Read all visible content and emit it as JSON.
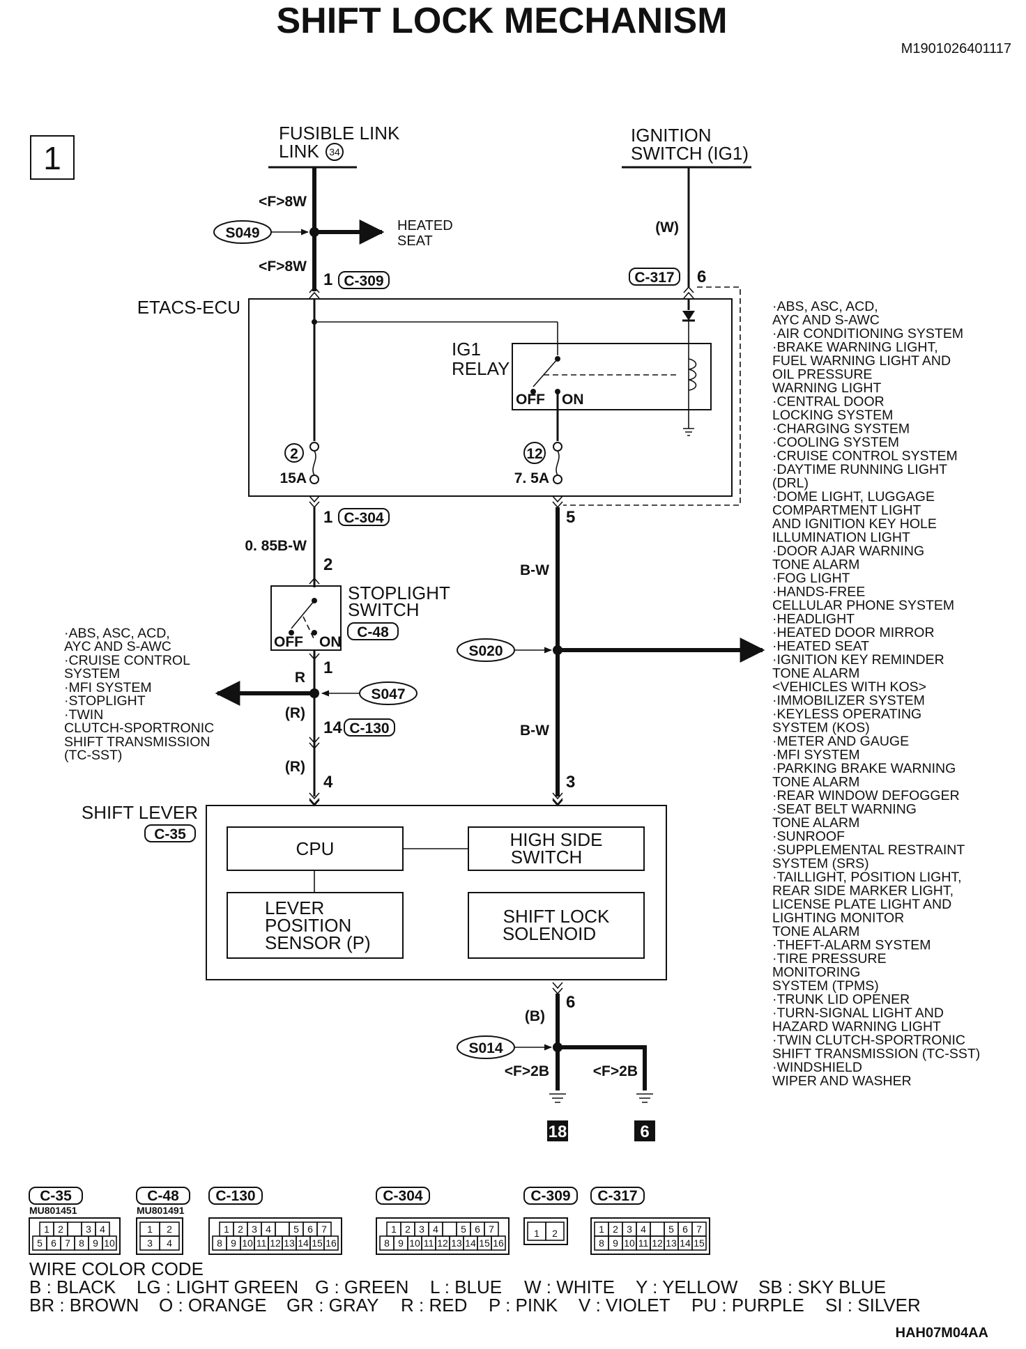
{
  "title": "SHIFT LOCK MECHANISM",
  "doc_code": "M1901026401117",
  "figure_code": "HAH07M04AA",
  "page_box": "1",
  "sources": {
    "fusible_link": "FUSIBLE LINK",
    "link_label": "LINK",
    "fusible_number": "34",
    "ignition_line1": "IGNITION",
    "ignition_line2": "SWITCH (IG1)"
  },
  "wires": {
    "fw8_top": "<F>8W",
    "fw8_mid": "<F>8W",
    "w_ign": "(W)",
    "w_085": "0. 85B-W",
    "bw_upper": "B-W",
    "bw_lower": "B-W",
    "r_upper": "R",
    "r_paren1": "(R)",
    "r_paren2": "(R)",
    "b_paren": "(B)",
    "f2b_left": "<F>2B",
    "f2b_right": "<F>2B"
  },
  "splices": {
    "s049": "S049",
    "s020": "S020",
    "s047": "S047",
    "s014": "S014"
  },
  "heated_seat": [
    "HEATED",
    "SEAT"
  ],
  "connectors": {
    "c309": "C-309",
    "c317": "C-317",
    "c304": "C-304",
    "c48": "C-48",
    "c130": "C-130",
    "c35": "C-35"
  },
  "pins": {
    "c309_pin": "1",
    "c317_pin": "6",
    "c304_pin_left": "1",
    "c304_pin_right": "5",
    "sw_top": "2",
    "sw_bottom": "1",
    "c130_pin": "14",
    "lever_left": "4",
    "lever_right": "3",
    "lever_bottom": "6"
  },
  "etacs": {
    "label": "ETACS-ECU",
    "relay_line1": "IG1",
    "relay_line2": "RELAY",
    "off": "OFF",
    "on": "ON",
    "fuse_left_num": "2",
    "fuse_left_amp": "15A",
    "fuse_right_num": "12",
    "fuse_right_amp": "7. 5A"
  },
  "stoplight": {
    "line1": "STOPLIGHT",
    "line2": "SWITCH",
    "off": "OFF",
    "on": "ON"
  },
  "shift_lever": {
    "label": "SHIFT LEVER",
    "cpu": "CPU",
    "high_side": [
      "HIGH SIDE",
      "SWITCH"
    ],
    "lever_sensor": [
      "LEVER",
      "POSITION",
      "SENSOR (P)"
    ],
    "solenoid": [
      "SHIFT LOCK",
      "SOLENOID"
    ]
  },
  "grounds": {
    "left": "18",
    "right": "6"
  },
  "left_list": [
    "·ABS, ASC, ACD,",
    " AYC AND S-AWC",
    "·CRUISE CONTROL",
    " SYSTEM",
    "·MFI SYSTEM",
    "·STOPLIGHT",
    "·TWIN",
    " CLUTCH-SPORTRONIC",
    " SHIFT TRANSMISSION",
    " (TC-SST)"
  ],
  "right_list": [
    "·ABS, ASC, ACD,",
    " AYC AND S-AWC",
    "·AIR CONDITIONING SYSTEM",
    "·BRAKE WARNING LIGHT,",
    " FUEL WARNING LIGHT AND",
    " OIL PRESSURE",
    " WARNING LIGHT",
    "·CENTRAL DOOR",
    " LOCKING SYSTEM",
    "·CHARGING SYSTEM",
    "·COOLING SYSTEM",
    "·CRUISE CONTROL SYSTEM",
    "·DAYTIME RUNNING LIGHT",
    " (DRL)",
    "·DOME LIGHT, LUGGAGE",
    " COMPARTMENT LIGHT",
    " AND IGNITION KEY HOLE",
    " ILLUMINATION LIGHT",
    "·DOOR AJAR WARNING",
    " TONE ALARM",
    "·FOG LIGHT",
    "·HANDS-FREE",
    " CELLULAR PHONE SYSTEM",
    "·HEADLIGHT",
    "·HEATED DOOR MIRROR",
    "·HEATED SEAT",
    "·IGNITION KEY REMINDER",
    " TONE ALARM",
    " <VEHICLES WITH KOS>",
    "·IMMOBILIZER SYSTEM",
    "·KEYLESS OPERATING",
    " SYSTEM (KOS)",
    "·METER AND GAUGE",
    "·MFI SYSTEM",
    "·PARKING BRAKE WARNING",
    " TONE ALARM",
    "·REAR WINDOW DEFOGGER",
    "·SEAT BELT WARNING",
    " TONE ALARM",
    "·SUNROOF",
    "·SUPPLEMENTAL RESTRAINT",
    " SYSTEM (SRS)",
    "·TAILLIGHT, POSITION LIGHT,",
    " REAR SIDE MARKER LIGHT,",
    " LICENSE PLATE LIGHT AND",
    " LIGHTING MONITOR",
    " TONE ALARM",
    "·THEFT-ALARM SYSTEM",
    "·TIRE PRESSURE",
    " MONITORING",
    " SYSTEM (TPMS)",
    "·TRUNK LID OPENER",
    "·TURN-SIGNAL LIGHT AND",
    " HAZARD WARNING LIGHT",
    "·TWIN CLUTCH-SPORTRONIC",
    " SHIFT TRANSMISSION (TC-SST)",
    "·WINDSHIELD",
    " WIPER AND WASHER"
  ],
  "connector_legend": [
    {
      "code": "C-35",
      "part": "MU801451",
      "rows": [
        [
          "1",
          "2",
          "",
          "3",
          "4"
        ],
        [
          "5",
          "6",
          "7",
          "8",
          "9",
          "10"
        ]
      ]
    },
    {
      "code": "C-48",
      "part": "MU801491",
      "rows": [
        [
          "1",
          "2"
        ],
        [
          "3",
          "4"
        ]
      ]
    },
    {
      "code": "C-130",
      "part": "",
      "rows": [
        [
          "1",
          "2",
          "3",
          "4",
          "",
          "5",
          "6",
          "7"
        ],
        [
          "8",
          "9",
          "10",
          "11",
          "12",
          "13",
          "14",
          "15",
          "16"
        ]
      ]
    },
    {
      "code": "C-304",
      "part": "",
      "rows": [
        [
          "1",
          "2",
          "3",
          "4",
          "",
          "5",
          "6",
          "7"
        ],
        [
          "8",
          "9",
          "10",
          "11",
          "12",
          "13",
          "14",
          "15",
          "16"
        ]
      ]
    },
    {
      "code": "C-309",
      "part": "",
      "rows": [
        [
          "1",
          "2"
        ]
      ]
    },
    {
      "code": "C-317",
      "part": "",
      "rows": [
        [
          "1",
          "2",
          "3",
          "4",
          "",
          "5",
          "6",
          "7"
        ],
        [
          "8",
          "9",
          "10",
          "11",
          "12",
          "13",
          "14",
          "15"
        ]
      ]
    }
  ],
  "wire_color_code": {
    "title": "WIRE COLOR CODE",
    "row1": [
      "B : BLACK",
      "LG : LIGHT GREEN",
      "G : GREEN",
      "L : BLUE",
      "W : WHITE",
      "Y : YELLOW",
      "SB : SKY BLUE"
    ],
    "row2": [
      "BR : BROWN",
      "O : ORANGE",
      "GR : GRAY",
      "R : RED",
      "P : PINK",
      "V : VIOLET",
      "PU : PURPLE",
      "SI : SILVER"
    ]
  }
}
